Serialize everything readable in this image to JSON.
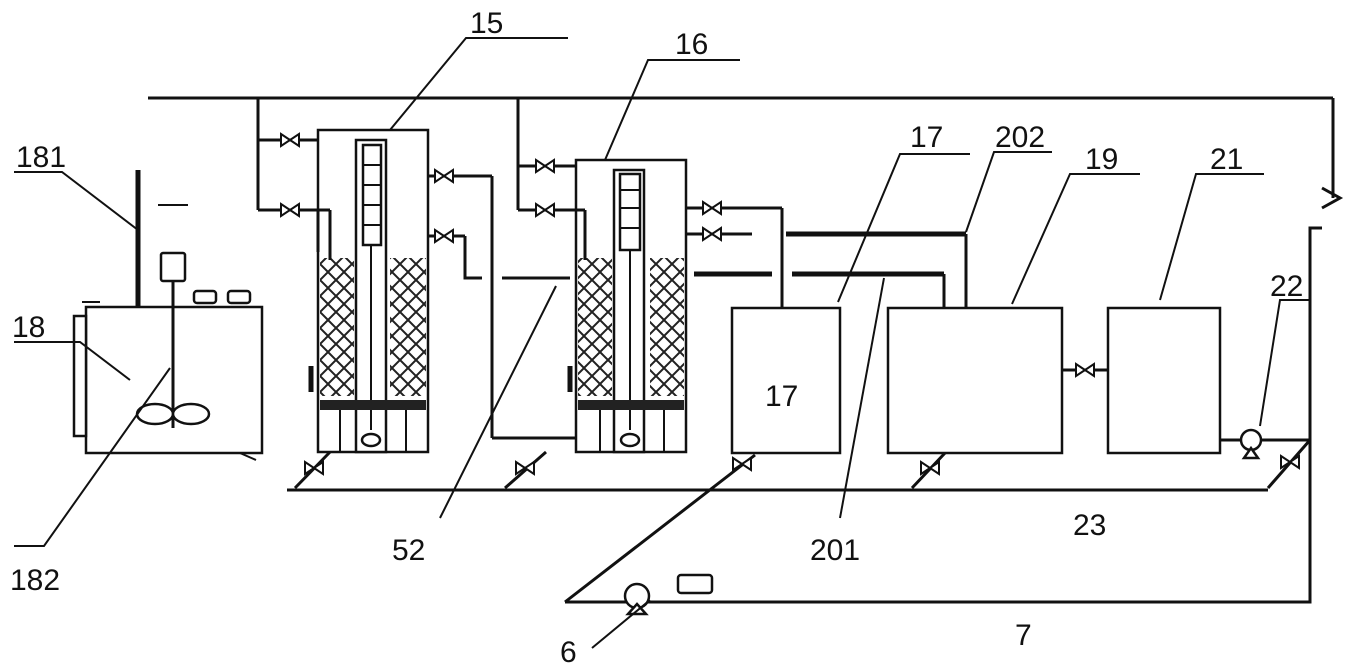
{
  "labels": {
    "n15": "15",
    "n16": "16",
    "n17a": "17",
    "n17b": "17",
    "n202": "202",
    "n19": "19",
    "n21": "21",
    "n181": "181",
    "n18": "18",
    "n182": "182",
    "n22": "22",
    "n52": "52",
    "n201": "201",
    "n23": "23",
    "n6": "6",
    "n7": "7"
  },
  "icons": {
    "valve": "bowtie-valve-icon",
    "pump": "circle-pump-icon",
    "stirrer": "propeller-stirrer-icon",
    "flow_arrow": "arrow-right-icon"
  },
  "colors": {
    "line": "#111111",
    "background": "#ffffff"
  }
}
